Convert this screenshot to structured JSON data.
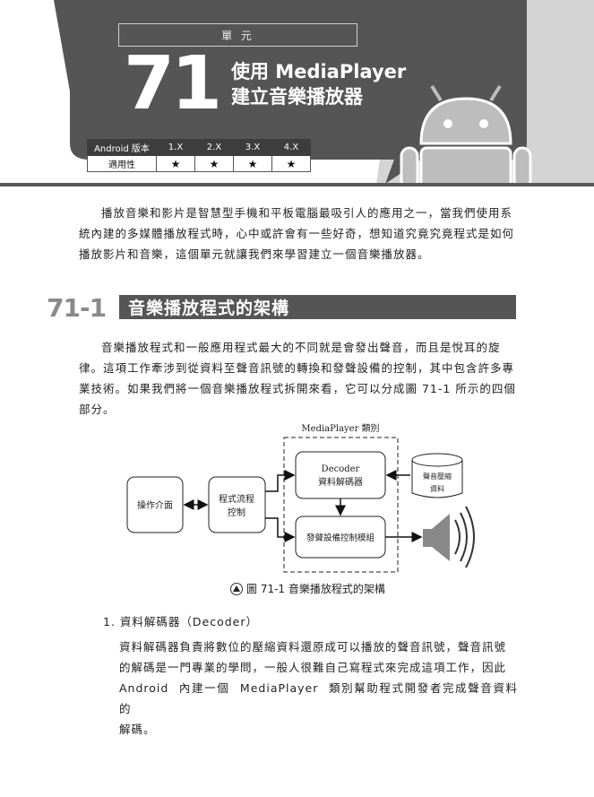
{
  "header": {
    "unit_label": "單 元",
    "unit_number": "71",
    "title_line1": "使用 MediaPlayer",
    "title_line2": "建立音樂播放器",
    "table": {
      "row_header": "Android 版本",
      "versions": [
        "1.X",
        "2.X",
        "3.X",
        "4.X"
      ],
      "row2_label": "適用性",
      "stars": [
        "★",
        "★",
        "★",
        "★"
      ]
    },
    "colors": {
      "dark": "#555555",
      "light": "#c9c9c9",
      "icon": "android-robot-icon"
    }
  },
  "intro": {
    "lines": [
      "播放音樂和影片是智慧型手機和平板電腦最吸引人的應用之一，當我們使用系",
      "統內建的多媒體播放程式時，心中或許會有一些好奇，想知道究竟究竟程式是如何",
      "播放影片和音樂，這個單元就讓我們來學習建立一個音樂播放器。"
    ]
  },
  "section": {
    "number": "71-1",
    "title": "音樂播放程式的架構",
    "lines": [
      "音樂播放程式和一般應用程式最大的不同就是會發出聲音，而且是悅耳的旋",
      "律。這項工作牽涉到從資料至聲音訊號的轉換和發聲設備的控制，其中包含許多專",
      "業技術。如果我們將一個音樂播放程式拆開來看，它可以分成圖 71-1 所示的四個",
      "部分。"
    ]
  },
  "diagram": {
    "group_label": "MediaPlayer 類別",
    "ui_box": "操作介面",
    "flow_box_line1": "程式流程",
    "flow_box_line2": "控制",
    "decoder_line1": "Decoder",
    "decoder_line2": "資料解碼器",
    "sound_box": "發聲設備控制模組",
    "db_line1": "聲音壓縮",
    "db_line2": "資料",
    "speaker_icon": "speaker-icon"
  },
  "figure": {
    "icon": "triangle-up-icon",
    "caption": "圖 71-1 音樂播放程式的架構"
  },
  "list": {
    "item1_title": "1.  資料解碼器（Decoder）",
    "item1_lines": [
      "資料解碼器負責將數位的壓縮資料還原成可以播放的聲音訊號，聲音訊號",
      "的解碼是一門專業的學問，一般人很難自己寫程式來完成這項工作，因此",
      "Android 內建一個 MediaPlayer 類別幫助程式開發者完成聲音資料的",
      "解碼。"
    ]
  }
}
